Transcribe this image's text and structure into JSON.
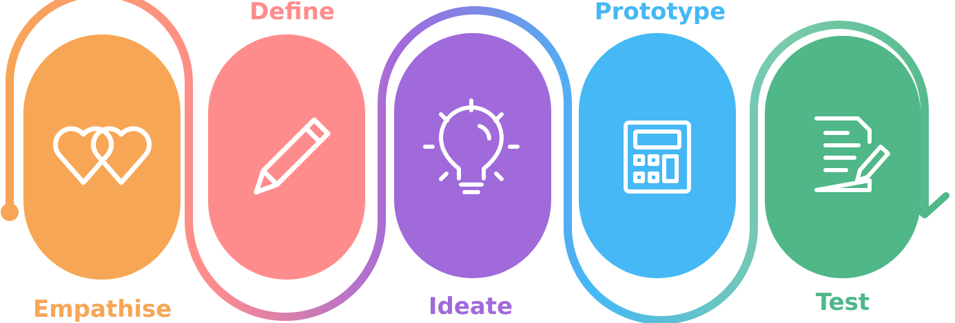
{
  "stages": [
    {
      "label": "Empathise",
      "color": "#F7A655",
      "icon": "hearts-icon"
    },
    {
      "label": "Define",
      "color": "#FF8C8C",
      "icon": "pencil-icon"
    },
    {
      "label": "Ideate",
      "color": "#A06ADB",
      "icon": "lightbulb-icon"
    },
    {
      "label": "Prototype",
      "color": "#45B8F5",
      "icon": "calculator-icon"
    },
    {
      "label": "Test",
      "color": "#4FB788",
      "icon": "document-edit-icon"
    }
  ],
  "connector_colors": [
    "#F7A655",
    "#FF8C8C",
    "#A06ADB",
    "#45B8F5",
    "#7CCBAA",
    "#4FB788"
  ]
}
